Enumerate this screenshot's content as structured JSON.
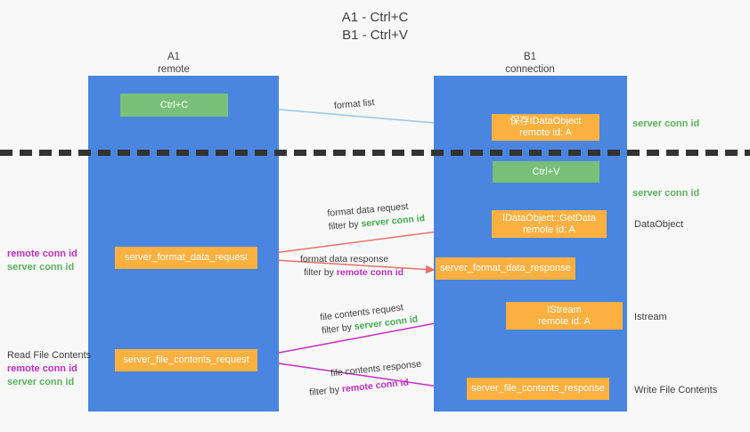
{
  "title": {
    "line1": "A1 - Ctrl+C",
    "line2": "B1 - Ctrl+V"
  },
  "columns": [
    {
      "id": "a1",
      "name": "A1",
      "sub": "remote"
    },
    {
      "id": "b1",
      "name": "B1",
      "sub": "connection"
    }
  ],
  "nodes": {
    "ctrl_c": {
      "label": "Ctrl+C",
      "style": "green"
    },
    "ctrl_v": {
      "label": "Ctrl+V",
      "style": "green"
    },
    "save_idataobject": {
      "line1": "保存IDataObject",
      "line2": "remote id: A",
      "style": "orange"
    },
    "getdata": {
      "line1": "IDataObject::GetData",
      "line2": "remote id: A",
      "style": "orange"
    },
    "istream": {
      "line1": "IStream",
      "line2": "remote id: A",
      "style": "orange"
    },
    "server_format_data_request": {
      "label": "server_format_data_request",
      "style": "orange"
    },
    "server_format_data_response": {
      "label": "server_format_data_response",
      "style": "orange"
    },
    "server_file_contents_request": {
      "label": "server_file_contents_request",
      "style": "orange"
    },
    "server_file_contents_response": {
      "label": "server_file_contents_response",
      "style": "orange"
    }
  },
  "edge_labels": {
    "format_list": "format list",
    "format_data_request": "format data request",
    "format_data_request_filter_prefix": "filter by ",
    "format_data_request_filter_value": "server conn id",
    "format_data_response": "format data response",
    "format_data_response_filter_prefix": "filter by ",
    "format_data_response_filter_value": "remote conn id",
    "file_contents_request": "file contents request",
    "file_contents_request_filter_prefix": "filter by ",
    "file_contents_request_filter_value": "server conn id",
    "file_contents_response": "file contents response",
    "file_contents_response_filter_prefix": "filter by ",
    "file_contents_response_filter_value": "remote conn id"
  },
  "left_annotations": {
    "mid_remote": "remote conn id",
    "mid_server": "server conn id",
    "read_file_contents": "Read File Contents",
    "low_remote": "remote conn id",
    "low_server": "server conn id"
  },
  "right_annotations": {
    "server_conn_id_top": "server conn id",
    "server_conn_id_mid": "server conn id",
    "dataobject": "DataObject",
    "istream": "Istream",
    "write_file_contents": "Write File Contents"
  },
  "colors": {
    "lane": "#4a86e0",
    "green_node": "#78c07a",
    "orange_node": "#fbb040",
    "blue_arrow": "#9cc8ea",
    "red_arrow": "#e8706a",
    "purple_arrow": "#c22ec2",
    "black_arrow": "#1a1a1a",
    "green_text": "#57b35a",
    "purple_text": "#c22ec2",
    "background": "#f8f8f8"
  }
}
